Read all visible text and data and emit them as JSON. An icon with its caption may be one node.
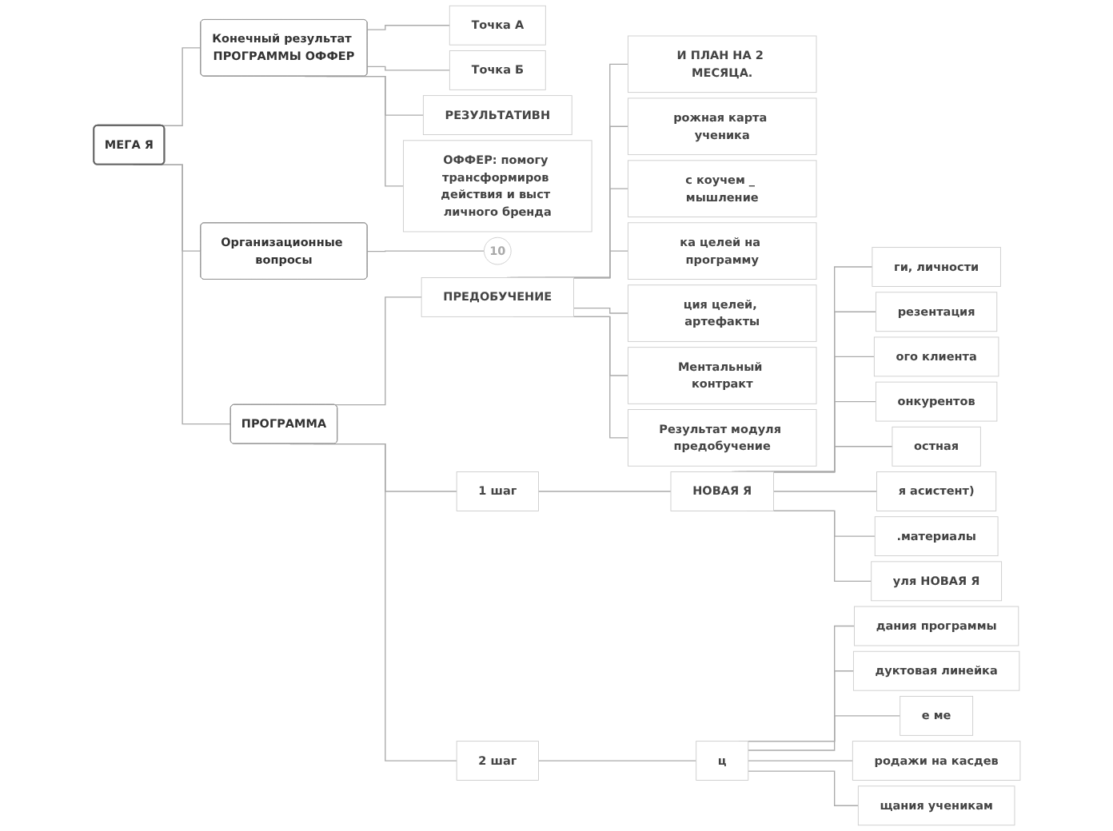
{
  "diagram": {
    "nodes": [
      {
        "text": [
          "МЕГА Я"
        ]
      },
      {
        "text": [
          "Конечный результат ПРОГРАММЫ ОФФЕР"
        ]
      },
      {
        "text": [
          "Точка А"
        ]
      },
      {
        "text": [
          "Точка Б"
        ]
      },
      {
        "text": [
          "РЕЗУЛЬТАТИВН"
        ]
      },
      {
        "text": [
          "ОФФЕР: помогу трансформиров действия и выст личного бренда"
        ]
      },
      {
        "text": [
          "Организационные вопросы"
        ]
      },
      {
        "text": [
          "10"
        ]
      },
      {
        "text": [
          "ПРОГРАММА"
        ]
      },
      {
        "text": [
          "ПРЕДОБУЧЕНИЕ"
        ]
      },
      {
        "text": [
          "И ПЛАН НА 2 МЕСЯЦА."
        ]
      },
      {
        "text": [
          "рожная карта ученика"
        ]
      },
      {
        "text": [
          "с коучем _ мышление"
        ]
      },
      {
        "text": [
          "ка целей на программу"
        ]
      },
      {
        "text": [
          "ция целей, артефакты"
        ]
      },
      {
        "text": [
          "Ментальный контракт"
        ]
      },
      {
        "text": [
          "Результат модуля предобучение"
        ]
      },
      {
        "text": [
          "1 шаг"
        ]
      },
      {
        "text": [
          "НОВАЯ Я"
        ]
      },
      {
        "text": [
          "ги, личности"
        ]
      },
      {
        "text": [
          "резентация"
        ]
      },
      {
        "text": [
          "ого клиента"
        ]
      },
      {
        "text": [
          "онкурентов"
        ]
      },
      {
        "text": [
          "остная"
        ]
      },
      {
        "text": [
          "я асистент)"
        ]
      },
      {
        "text": [
          ".материалы"
        ]
      },
      {
        "text": [
          "уля НОВАЯ Я"
        ]
      },
      {
        "text": [
          "2 шаг"
        ]
      },
      {
        "text": [
          "ц"
        ]
      },
      {
        "text": [
          "дания программы"
        ]
      },
      {
        "text": [
          "дуктовая линейка"
        ]
      },
      {
        "text": [
          "е ме"
        ]
      },
      {
        "text": [
          "родажи на касдев"
        ]
      },
      {
        "text": [
          "щания ученикам"
        ]
      }
    ],
    "edges": [
      {
        "from": 0,
        "to": 1,
        "arrow": "none"
      },
      {
        "from": 1,
        "to": 2,
        "arrow": "none"
      },
      {
        "from": 1,
        "to": 3,
        "arrow": "none"
      },
      {
        "from": 1,
        "to": 4,
        "arrow": "none"
      },
      {
        "from": 1,
        "to": 5,
        "arrow": "none"
      },
      {
        "from": 0,
        "to": 6,
        "arrow": "none"
      },
      {
        "from": 6,
        "to": 7,
        "arrow": "none"
      },
      {
        "from": 0,
        "to": 8,
        "arrow": "none"
      },
      {
        "from": 8,
        "to": 9,
        "arrow": "none"
      },
      {
        "from": 9,
        "to": 10,
        "arrow": "none"
      },
      {
        "from": 9,
        "to": 11,
        "arrow": "none"
      },
      {
        "from": 9,
        "to": 12,
        "arrow": "none"
      },
      {
        "from": 9,
        "to": 13,
        "arrow": "none"
      },
      {
        "from": 9,
        "to": 14,
        "arrow": "none"
      },
      {
        "from": 9,
        "to": 15,
        "arrow": "none"
      },
      {
        "from": 9,
        "to": 16,
        "arrow": "none"
      },
      {
        "from": 8,
        "to": 17,
        "arrow": "none"
      },
      {
        "from": 17,
        "to": 18,
        "arrow": "none"
      },
      {
        "from": 18,
        "to": 19,
        "arrow": "none"
      },
      {
        "from": 18,
        "to": 20,
        "arrow": "none"
      },
      {
        "from": 18,
        "to": 21,
        "arrow": "none"
      },
      {
        "from": 18,
        "to": 22,
        "arrow": "none"
      },
      {
        "from": 18,
        "to": 23,
        "arrow": "none"
      },
      {
        "from": 18,
        "to": 24,
        "arrow": "none"
      },
      {
        "from": 18,
        "to": 25,
        "arrow": "none"
      },
      {
        "from": 18,
        "to": 26,
        "arrow": "none"
      },
      {
        "from": 8,
        "to": 27,
        "arrow": "none"
      },
      {
        "from": 27,
        "to": 28,
        "arrow": "none"
      },
      {
        "from": 28,
        "to": 29,
        "arrow": "none"
      },
      {
        "from": 28,
        "to": 30,
        "arrow": "none"
      },
      {
        "from": 28,
        "to": 31,
        "arrow": "none"
      },
      {
        "from": 28,
        "to": 32,
        "arrow": "none"
      },
      {
        "from": 28,
        "to": 33,
        "arrow": "none"
      }
    ]
  }
}
